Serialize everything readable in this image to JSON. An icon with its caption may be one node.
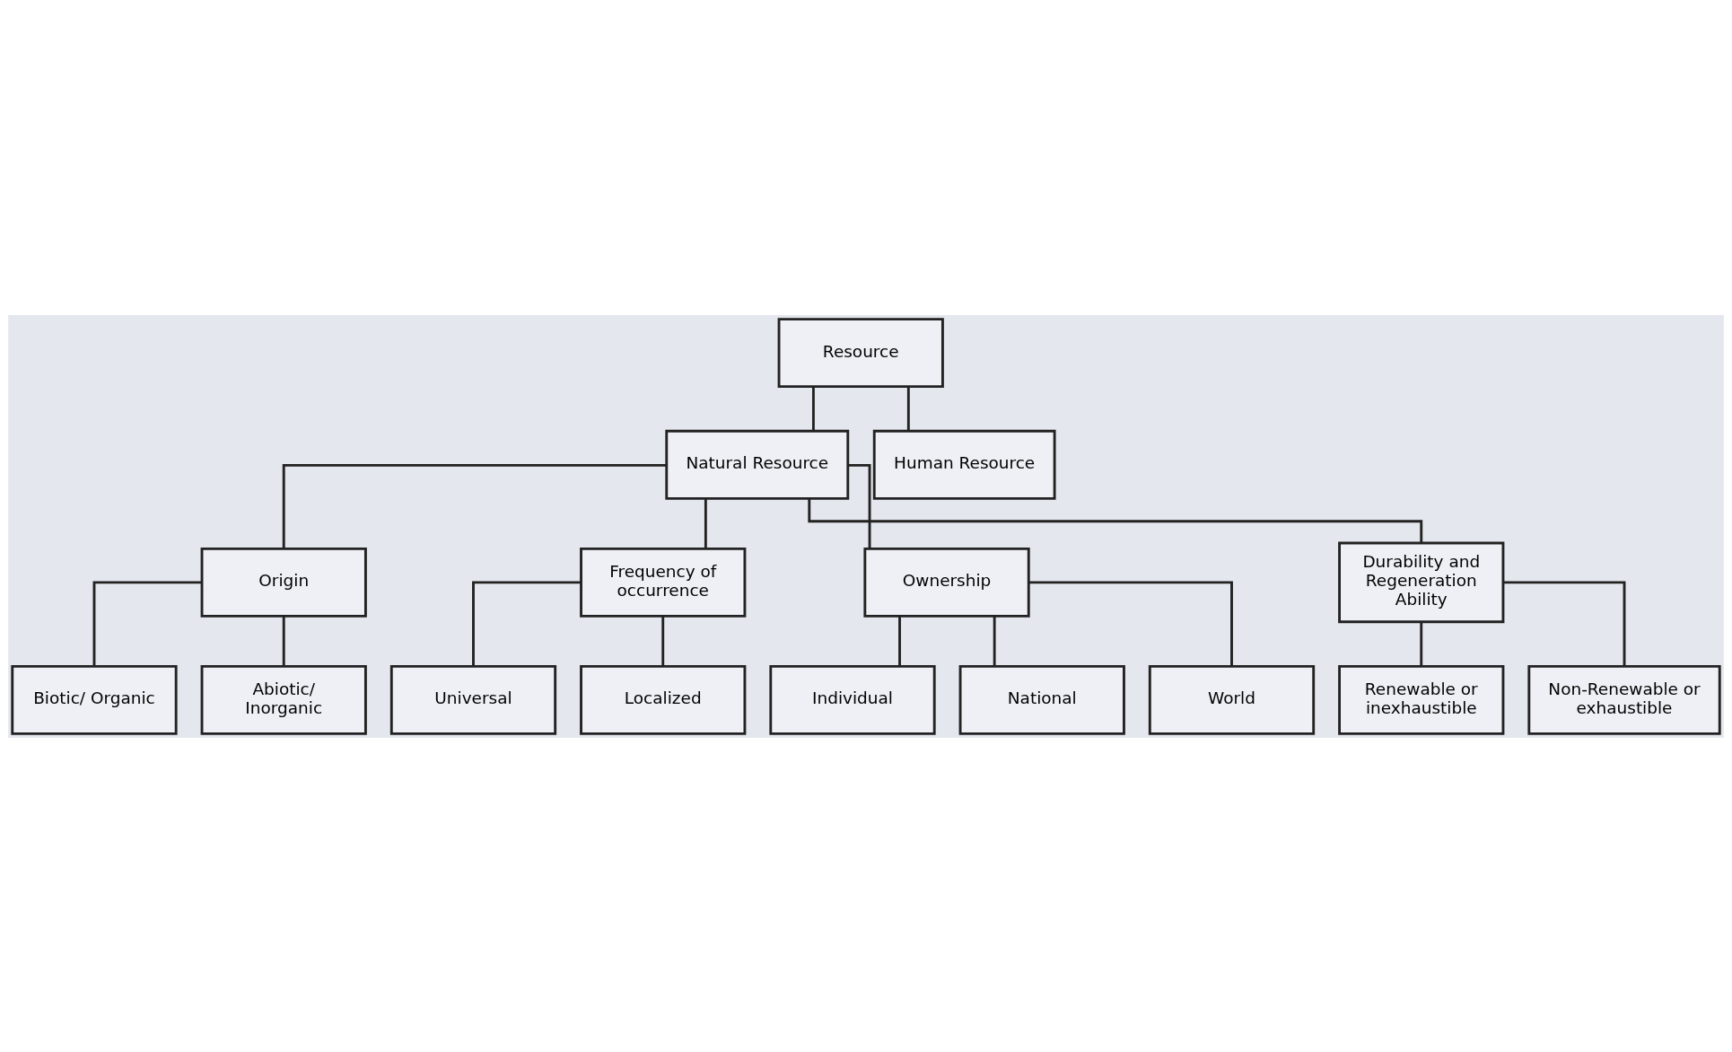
{
  "diagram": {
    "nodes": [
      {
        "text": [
          "Resource"
        ]
      },
      {
        "text": [
          "Natural Resource"
        ]
      },
      {
        "text": [
          "Human Resource"
        ]
      },
      {
        "text": [
          "Origin"
        ]
      },
      {
        "text": [
          "Frequency of occurrence"
        ]
      },
      {
        "text": [
          "Ownership"
        ]
      },
      {
        "text": [
          "Durability and Regeneration Ability"
        ]
      },
      {
        "text": [
          "Biotic/ Organic"
        ]
      },
      {
        "text": [
          "Abiotic/ Inorganic"
        ]
      },
      {
        "text": [
          "Universal"
        ]
      },
      {
        "text": [
          "Localized"
        ]
      },
      {
        "text": [
          "Individual"
        ]
      },
      {
        "text": [
          "National"
        ]
      },
      {
        "text": [
          "World"
        ]
      },
      {
        "text": [
          "Renewable or inexhaustible"
        ]
      },
      {
        "text": [
          "Non-Renewable or exhaustible"
        ]
      }
    ],
    "edges": [
      {
        "from": 0,
        "to": 1,
        "arrow": "none"
      },
      {
        "from": 0,
        "to": 2,
        "arrow": "none"
      },
      {
        "from": 1,
        "to": 3,
        "arrow": "none"
      },
      {
        "from": 1,
        "to": 4,
        "arrow": "none"
      },
      {
        "from": 1,
        "to": 5,
        "arrow": "none"
      },
      {
        "from": 1,
        "to": 6,
        "arrow": "none"
      },
      {
        "from": 3,
        "to": 7,
        "arrow": "none"
      },
      {
        "from": 3,
        "to": 8,
        "arrow": "none"
      },
      {
        "from": 4,
        "to": 9,
        "arrow": "none"
      },
      {
        "from": 4,
        "to": 10,
        "arrow": "none"
      },
      {
        "from": 5,
        "to": 11,
        "arrow": "none"
      },
      {
        "from": 5,
        "to": 12,
        "arrow": "none"
      },
      {
        "from": 5,
        "to": 13,
        "arrow": "none"
      },
      {
        "from": 6,
        "to": 14,
        "arrow": "none"
      },
      {
        "from": 6,
        "to": 15,
        "arrow": "none"
      }
    ]
  }
}
